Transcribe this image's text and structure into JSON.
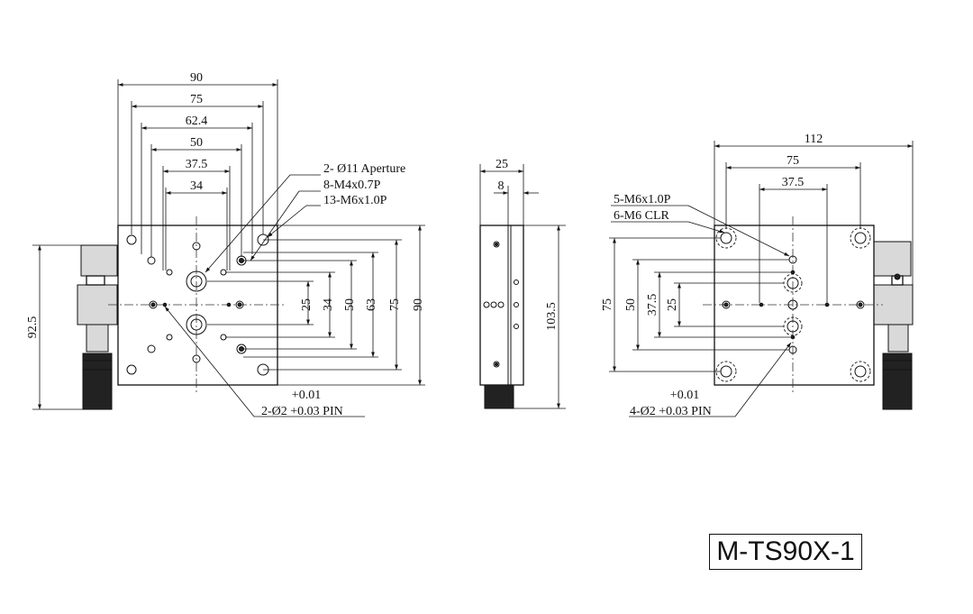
{
  "model": "M-TS90X-1",
  "top_view": {
    "horizontal_dims": [
      "90",
      "75",
      "62.4",
      "50",
      "37.5",
      "34"
    ],
    "vertical_dims": [
      "25",
      "34",
      "50",
      "63",
      "75",
      "90"
    ],
    "height_dim": "92.5",
    "callouts": [
      "2- Ø11 Aperture",
      "8-M4x0.7P",
      "13-M6x1.0P"
    ],
    "tolerance": "+0.01",
    "pin_note": "2-Ø2 +0.03 PIN"
  },
  "side_view": {
    "horizontal_dims": [
      "25",
      "8"
    ],
    "height_dim": "103.5"
  },
  "bottom_view": {
    "horizontal_dims": [
      "112",
      "75",
      "37.5"
    ],
    "vertical_dims": [
      "75",
      "50",
      "37.5",
      "25"
    ],
    "callouts": [
      "5-M6x1.0P",
      "6-M6 CLR"
    ],
    "tolerance": "+0.01",
    "pin_note": "4-Ø2 +0.03 PIN"
  },
  "colors": {
    "line": "#111111",
    "fill_gray": "#d9d9d9",
    "fill_dark": "#222222"
  }
}
